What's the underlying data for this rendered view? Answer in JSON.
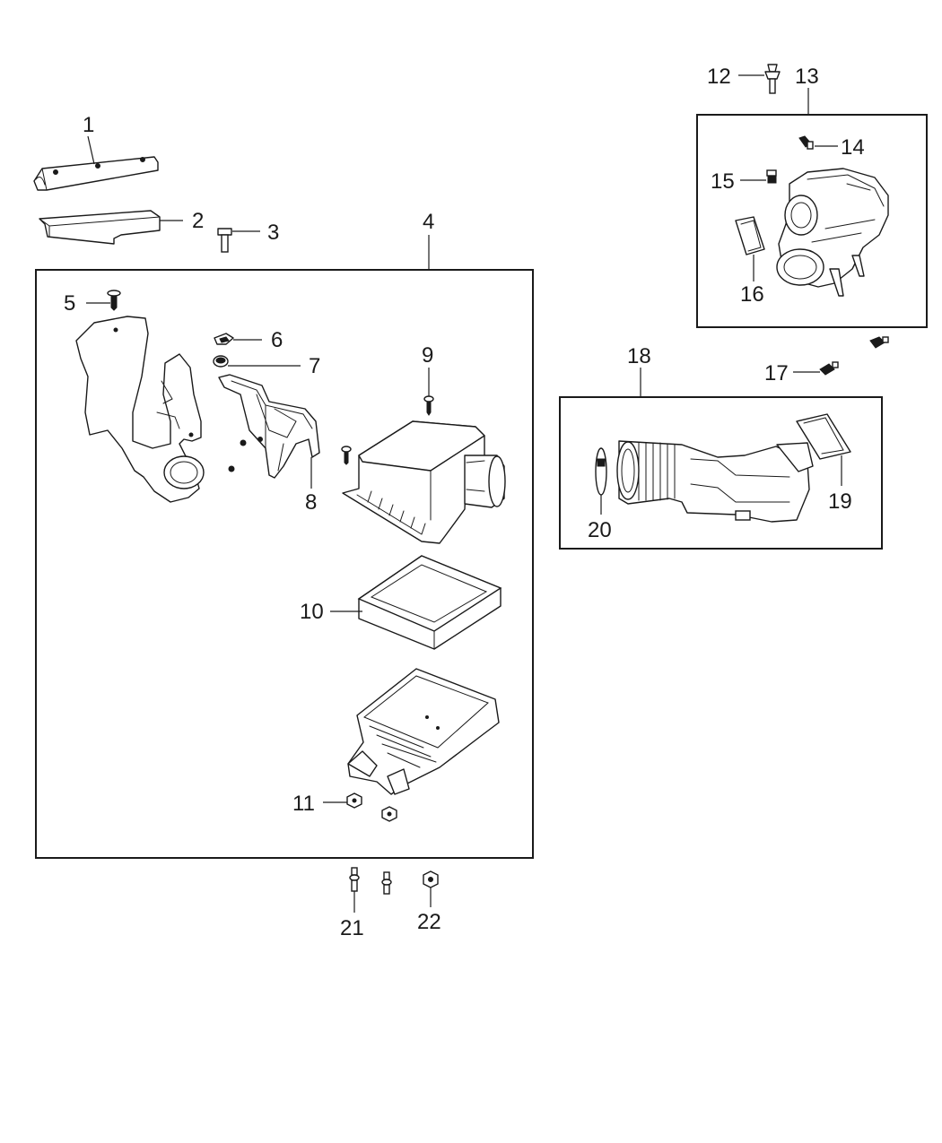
{
  "diagram": {
    "callouts": {
      "c1": "1",
      "c2": "2",
      "c3": "3",
      "c4": "4",
      "c5": "5",
      "c6": "6",
      "c7": "7",
      "c8": "8",
      "c9": "9",
      "c10": "10",
      "c11": "11",
      "c12": "12",
      "c13": "13",
      "c14": "14",
      "c15": "15",
      "c16": "16",
      "c17": "17",
      "c18": "18",
      "c19": "19",
      "c20": "20",
      "c21": "21",
      "c22": "22"
    },
    "groups": {
      "air_cleaner_box": "4",
      "resonator_box": "13",
      "intake_duct_box": "18"
    }
  }
}
